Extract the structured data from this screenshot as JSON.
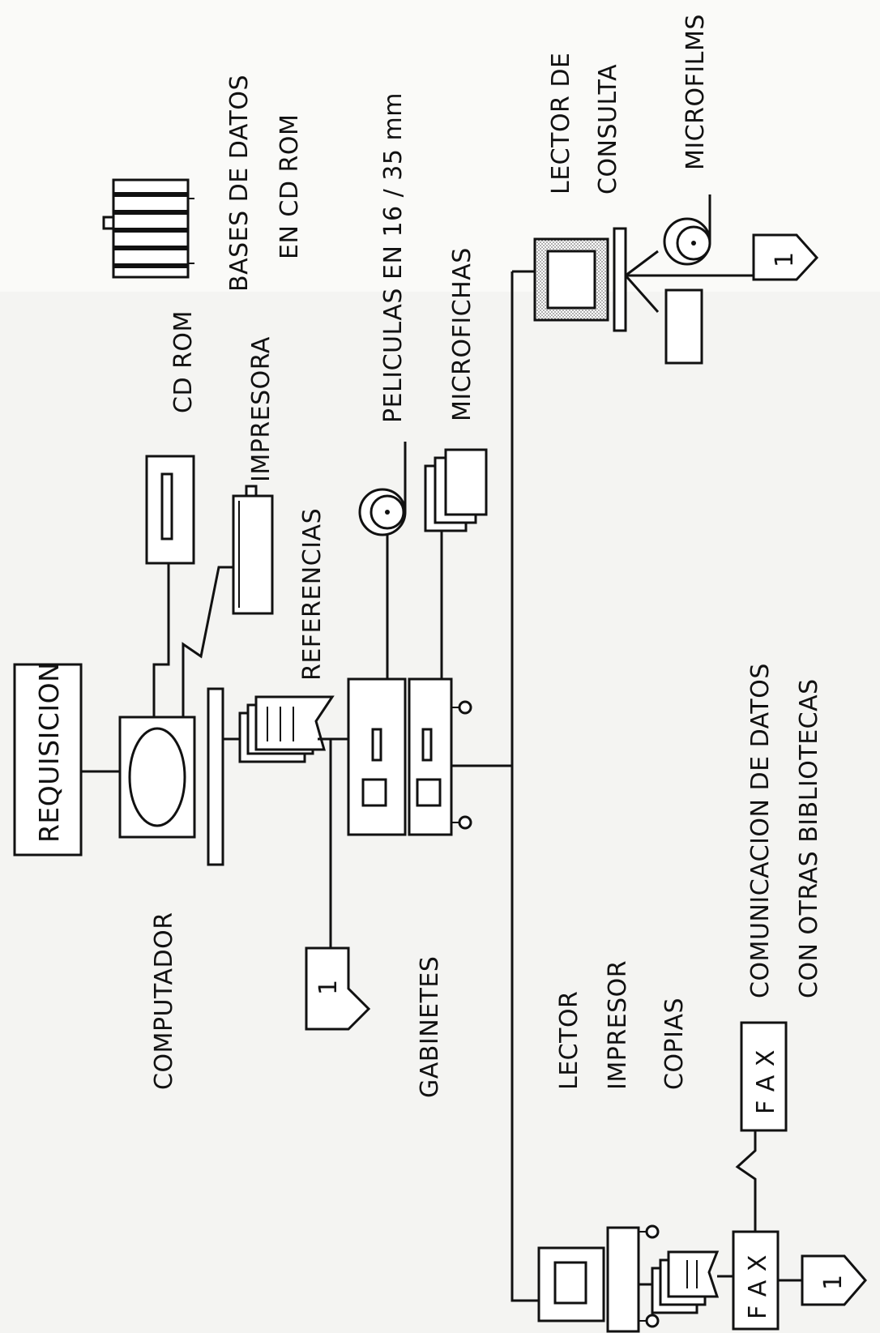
{
  "labels": {
    "requisicion": "REQUISICION",
    "computador": "COMPUTADOR",
    "cd_rom": "CD ROM",
    "impresora": "IMPRESORA",
    "bases_de_datos_1": "BASES DE DATOS",
    "bases_de_datos_2": "EN CD ROM",
    "referencias": "REFERENCIAS",
    "peliculas": "PELICULAS EN 16 / 35 mm",
    "microfichas": "MICROFICHAS",
    "gabinetes": "GABINETES",
    "lector_consulta_1": "LECTOR DE",
    "lector_consulta_2": "CONSULTA",
    "microfilms": "MICROFILMS",
    "lector": "LECTOR",
    "impresor": "IMPRESOR",
    "copias": "COPIAS",
    "comunicacion_1": "COMUNICACION DE DATOS",
    "comunicacion_2": "CON OTRAS BIBLIOTECAS",
    "fax_top": "F A X",
    "fax_bottom": "F A X",
    "connector_ref": "1",
    "connector_microfilms": "1",
    "connector_fax": "1"
  },
  "colors": {
    "ink": "#111111",
    "paper": "#f4f4f2",
    "screen_hatch": "#8a8a8a"
  }
}
